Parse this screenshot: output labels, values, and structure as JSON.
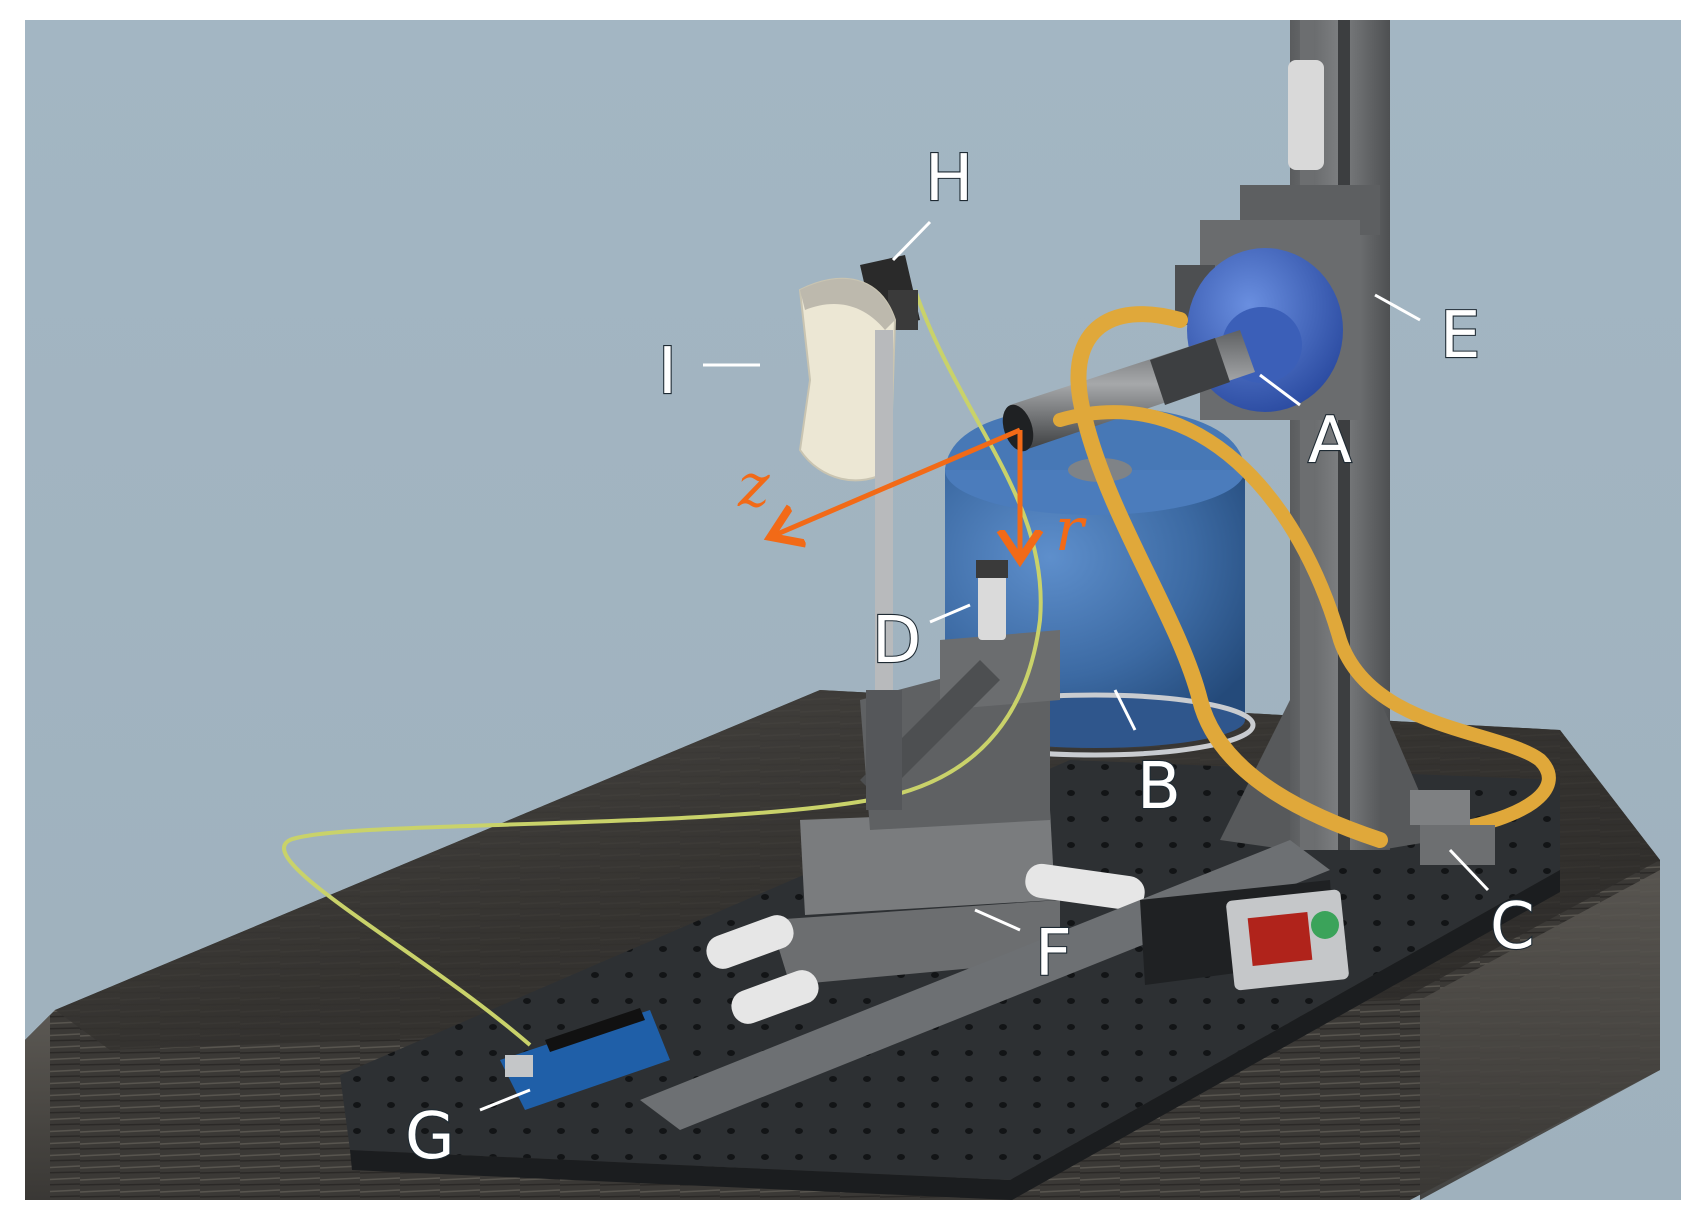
{
  "figure": {
    "labels": {
      "A": "A",
      "B": "B",
      "C": "C",
      "D": "D",
      "E": "E",
      "F": "F",
      "G": "G",
      "H": "H",
      "I": "I"
    },
    "axes": {
      "z": "z",
      "r": "r"
    },
    "colors": {
      "background": "#9fb3c1",
      "axis_arrow": "#f26a17",
      "canister": "#3f6fa8",
      "hose": "#e0a83a",
      "fiber": "#c9d26a",
      "breadboard": "#2b2e31",
      "table_wood": "#3a3836"
    }
  }
}
